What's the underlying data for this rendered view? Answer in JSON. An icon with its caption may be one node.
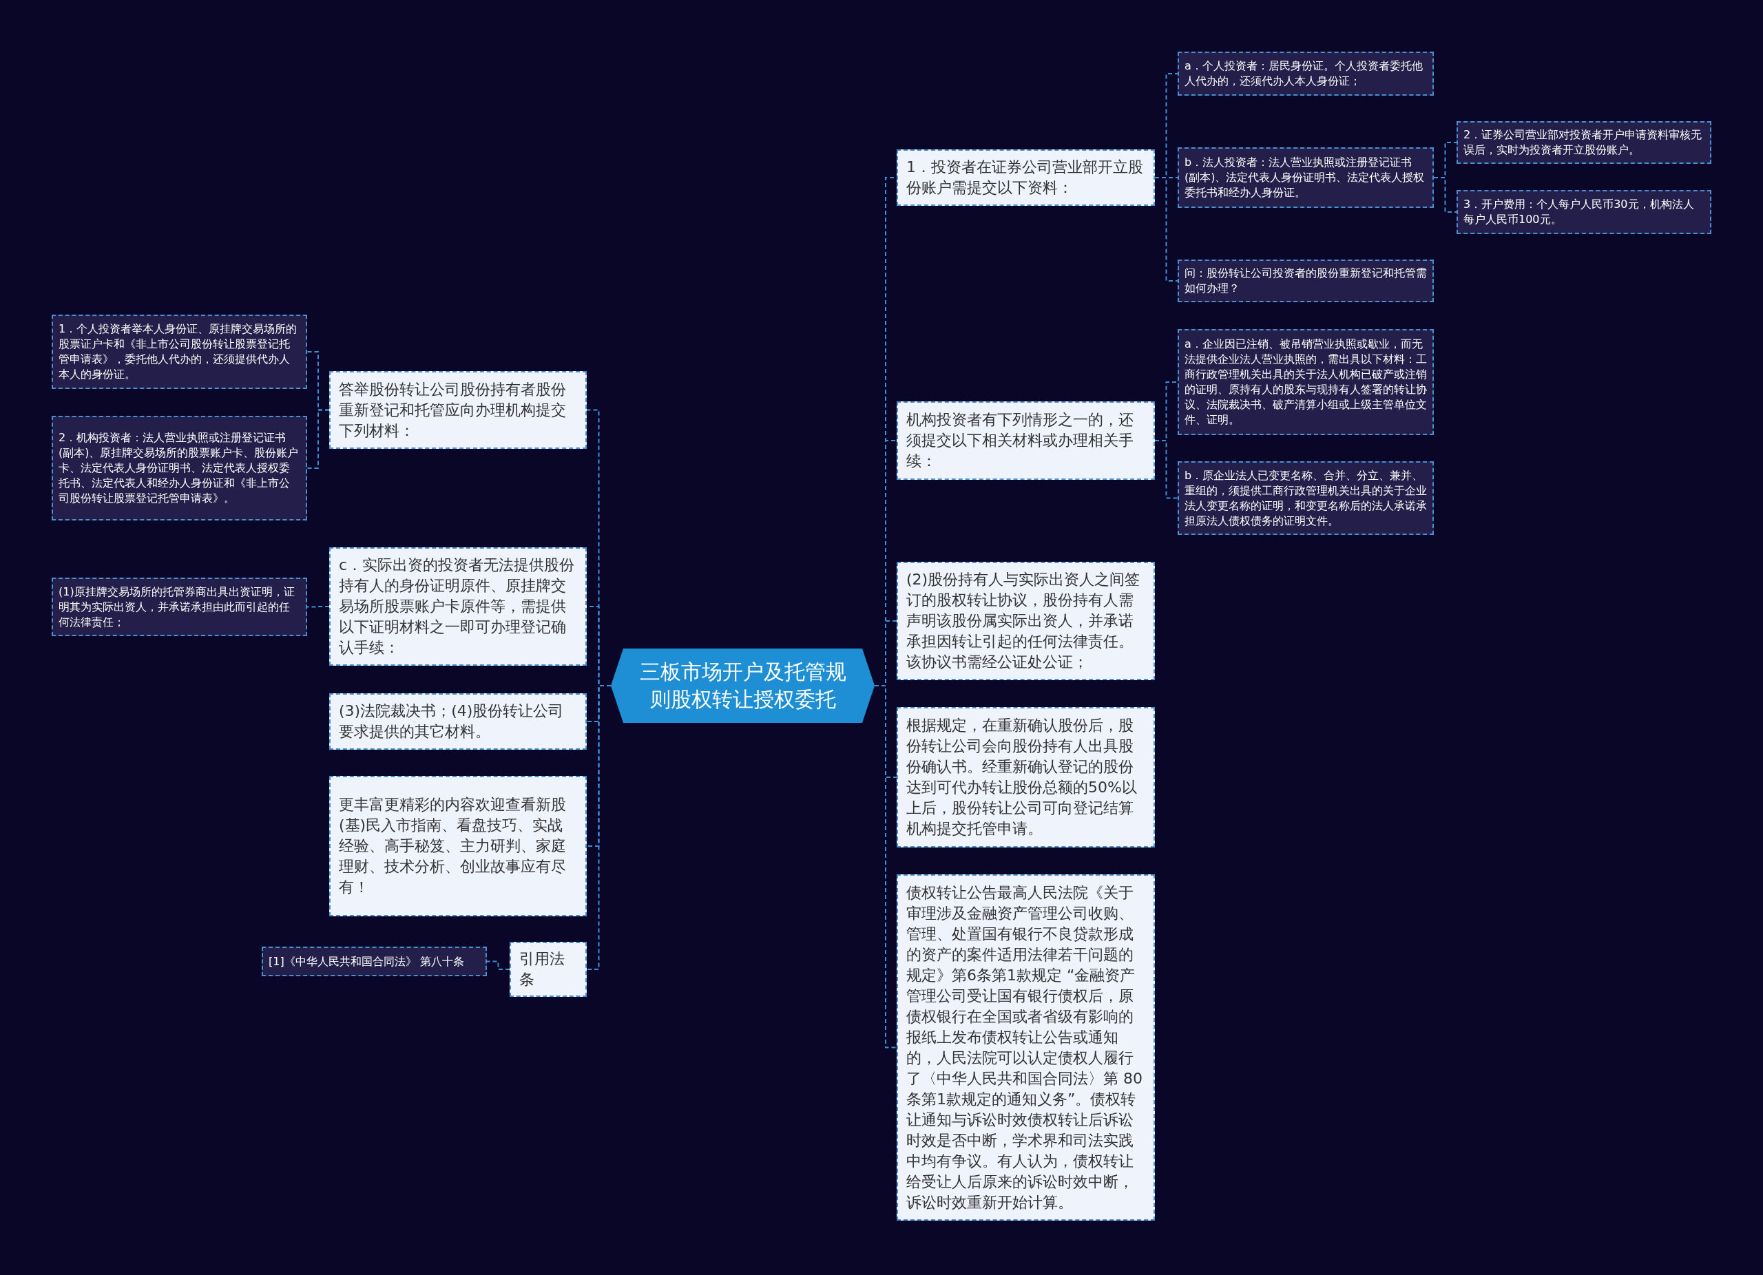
{
  "diagram": {
    "nodes": [
      {
        "text": [
          "三板市场开户及托管规则股权转让授权委托"
        ]
      },
      {
        "text": [
          "1．投资者在证券公司营业部开立股份账户需提交以下资料："
        ]
      },
      {
        "text": [
          "a．个人投资者：居民身份证。个人投资者委托他人代办的，还须代办人本人身份证；"
        ]
      },
      {
        "text": [
          "b．法人投资者：法人营业执照或注册登记证书(副本)、法定代表人身份证明书、法定代表人授权委托书和经办人身份证。"
        ]
      },
      {
        "text": [
          "2．证券公司营业部对投资者开户申请资料审核无误后，实时为投资者开立股份账户。"
        ]
      },
      {
        "text": [
          "3．开户费用：个人每户人民币30元，机构法人每户人民币100元。"
        ]
      },
      {
        "text": [
          "问：股份转让公司投资者的股份重新登记和托管需如何办理？"
        ]
      },
      {
        "text": [
          "机构投资者有下列情形之一的，还须提交以下相关材料或办理相关手续："
        ]
      },
      {
        "text": [
          "a．企业因已注销、被吊销营业执照或歇业，而无法提供企业法人营业执照的，需出具以下材料：工商行政管理机关出具的关于法人机构已破产或注销的证明、原持有人的股东与现持有人签署的转让协议、法院裁决书、破产清算小组或上级主管单位文件、证明。"
        ]
      },
      {
        "text": [
          "b．原企业法人已变更名称、合并、分立、兼并、重组的，须提供工商行政管理机关出具的关于企业法人变更名称的证明，和变更名称后的法人承诺承担原法人债权债务的证明文件。"
        ]
      },
      {
        "text": [
          "(2)股份持有人与实际出资人之间签订的股权转让协议，股份持有人需声明该股份属实际出资人，并承诺承担因转让引起的任何法律责任。该协议书需经公证处公证；"
        ]
      },
      {
        "text": [
          "根据规定，在重新确认股份后，股份转让公司会向股份持有人出具股份确认书。经重新确认登记的股份达到可代办转让股份总额的50%以上后，股份转让公司可向登记结算机构提交托管申请。"
        ]
      },
      {
        "text": [
          "债权转让公告最高人民法院《关于审理涉及金融资产管理公司收购、管理、处置国有银行不良贷款形成的资产的案件适用法律若干问题的规定》第6条第1款规定 “金融资产管理公司受让国有银行债权后，原债权银行在全国或者省级有影响的报纸上发布债权转让公告或通知的，人民法院可以认定债权人履行了〈中华人民共和国合同法〉第 80条第1款规定的通知义务”。债权转让通知与诉讼时效债权转让后诉讼时效是否中断，学术界和司法实践中均有争议。有人认为，债权转让给受让人后原来的诉讼时效中断，诉讼时效重新开始计算。"
        ]
      },
      {
        "text": [
          "答举股份转让公司股份持有者股份重新登记和托管应向办理机构提交下列材料："
        ]
      },
      {
        "text": [
          "1．个人投资者举本人身份证、原挂牌交易场所的股票证户卡和《非上市公司股份转让股票登记托管申请表》，委托他人代办的，还须提供代办人本人的身份证。"
        ]
      },
      {
        "text": [
          "2．机构投资者：法人营业执照或注册登记证书(副本)、原挂牌交易场所的股票账户卡、股份账户卡、法定代表人身份证明书、法定代表人授权委托书、法定代表人和经办人身份证和《非上市公司股份转让股票登记托管申请表》。"
        ]
      },
      {
        "text": [
          "c．实际出资的投资者无法提供股份持有人的身份证明原件、原挂牌交易场所股票账户卡原件等，需提供以下证明材料之一即可办理登记确认手续："
        ]
      },
      {
        "text": [
          "(1)原挂牌交易场所的托管券商出具出资证明，证明其为实际出资人，并承诺承担由此而引起的任何法律责任；"
        ]
      },
      {
        "text": [
          "(3)法院裁决书；(4)股份转让公司要求提供的其它材料。"
        ]
      },
      {
        "text": [
          "更丰富更精彩的内容欢迎查看新股(基)民入市指南、看盘技巧、实战经验、高手秘笈、主力研判、家庭理财、技术分析、创业故事应有尽有！"
        ]
      },
      {
        "text": [
          "引用法条"
        ]
      },
      {
        "text": [
          "[1]《中华人民共和国合同法》 第八十条"
        ]
      }
    ],
    "edges": [
      {
        "from": 0,
        "to": 1,
        "arrow": "none"
      },
      {
        "from": 1,
        "to": 2,
        "arrow": "none"
      },
      {
        "from": 1,
        "to": 3,
        "arrow": "none"
      },
      {
        "from": 3,
        "to": 4,
        "arrow": "none"
      },
      {
        "from": 3,
        "to": 5,
        "arrow": "none"
      },
      {
        "from": 1,
        "to": 6,
        "arrow": "none"
      },
      {
        "from": 0,
        "to": 7,
        "arrow": "none"
      },
      {
        "from": 7,
        "to": 8,
        "arrow": "none"
      },
      {
        "from": 7,
        "to": 9,
        "arrow": "none"
      },
      {
        "from": 0,
        "to": 10,
        "arrow": "none"
      },
      {
        "from": 0,
        "to": 11,
        "arrow": "none"
      },
      {
        "from": 0,
        "to": 12,
        "arrow": "none"
      },
      {
        "from": 0,
        "to": 13,
        "arrow": "none"
      },
      {
        "from": 13,
        "to": 14,
        "arrow": "none"
      },
      {
        "from": 13,
        "to": 15,
        "arrow": "none"
      },
      {
        "from": 0,
        "to": 16,
        "arrow": "none"
      },
      {
        "from": 16,
        "to": 17,
        "arrow": "none"
      },
      {
        "from": 0,
        "to": 18,
        "arrow": "none"
      },
      {
        "from": 0,
        "to": 19,
        "arrow": "none"
      },
      {
        "from": 0,
        "to": 20,
        "arrow": "none"
      },
      {
        "from": 20,
        "to": 21,
        "arrow": "none"
      }
    ]
  }
}
